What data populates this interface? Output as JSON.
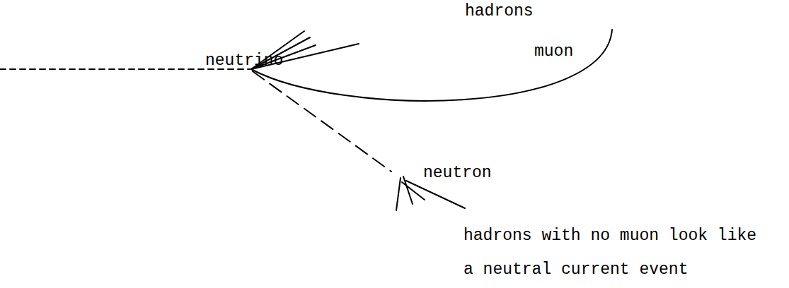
{
  "diagram": {
    "labels": [
      "hadrons",
      "neutrino",
      "muon",
      "neutron",
      "hadrons with no muon look like a neutral current event"
    ]
  }
}
